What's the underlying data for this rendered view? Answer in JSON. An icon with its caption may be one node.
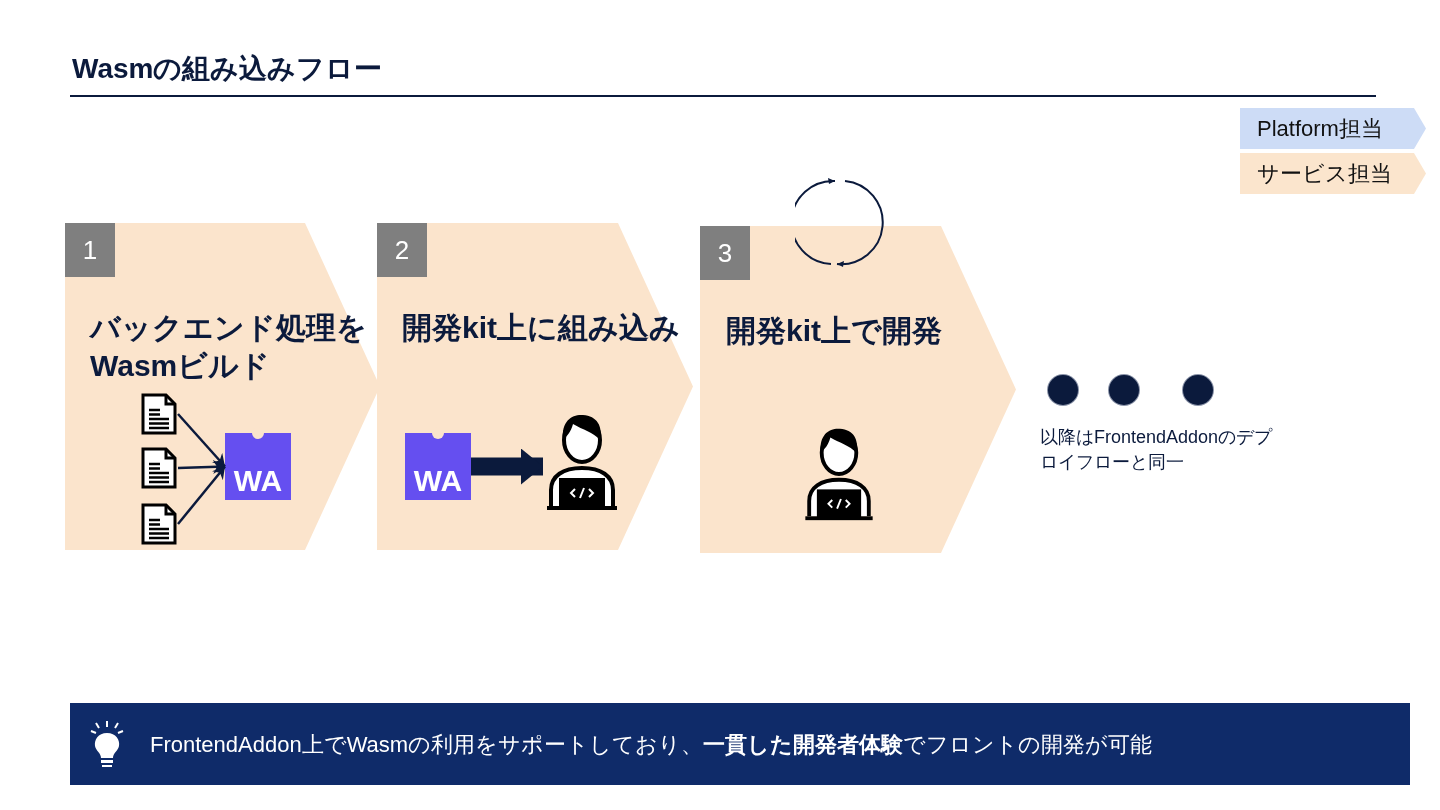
{
  "diagram": {
    "title": "Wasmの組み込みフロー",
    "nodes": [
      {
        "text": [
          "1",
          "バックエンド処理をWasmビルド"
        ]
      },
      {
        "text": [],
        "shape": "document",
        "in": 0
      },
      {
        "text": [],
        "shape": "document",
        "in": 0
      },
      {
        "text": [],
        "shape": "document",
        "in": 0
      },
      {
        "text": [
          "WA"
        ],
        "in": 0
      },
      {
        "text": [
          "2",
          "開発kit上に組み込み"
        ]
      },
      {
        "text": [
          "WA"
        ],
        "in": 5
      },
      {
        "text": [],
        "shape": "person",
        "in": 5
      },
      {
        "text": [
          "3",
          "開発kit上で開発"
        ]
      },
      {
        "text": [],
        "shape": "person",
        "in": 8
      },
      {
        "text": [],
        "shape": "circle"
      },
      {
        "text": [],
        "shape": "circle"
      },
      {
        "text": [],
        "shape": "circle"
      }
    ],
    "edges": [
      {
        "from": 1,
        "to": 4,
        "arrow": "to"
      },
      {
        "from": 2,
        "to": 4,
        "arrow": "to"
      },
      {
        "from": 3,
        "to": 4,
        "arrow": "to"
      },
      {
        "from": 6,
        "to": 7,
        "arrow": "to",
        "style": "thick"
      }
    ],
    "labels": [
      "以降はFrontendAddonのデプロイフローと同一",
      "FrontendAddon上でWasmの利用をサポートしており、**一貫した開発者体験**でフロントの開発が可能"
    ],
    "legend": [
      {
        "text": "Platform担当",
        "color": "#cddcf6"
      },
      {
        "text": "サービス担当",
        "color": "#fbe5cd"
      }
    ]
  }
}
